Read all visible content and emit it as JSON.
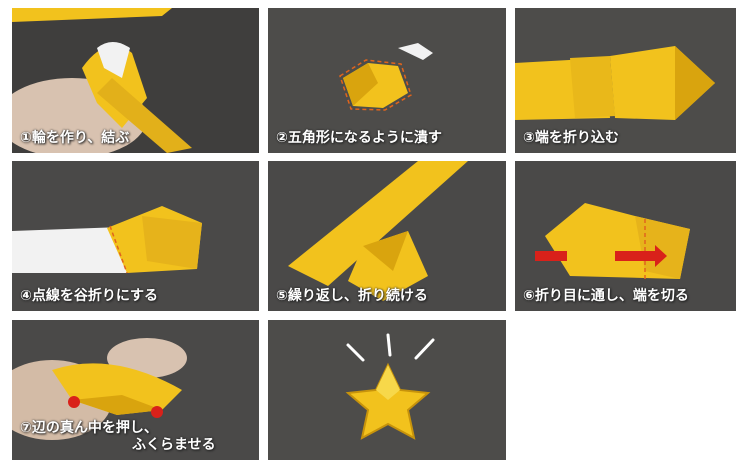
{
  "steps": [
    {
      "caption": "①輪を作り、結ぶ"
    },
    {
      "caption": "②五角形になるように潰す"
    },
    {
      "caption": "③端を折り込む"
    },
    {
      "caption": "④点線を谷折りにする"
    },
    {
      "caption": "⑤繰り返し、折り続ける"
    },
    {
      "caption": "⑥折り目に通し、端を切る"
    },
    {
      "caption": "⑦辺の真ん中を押し、",
      "caption_line2": "ふくらませる"
    },
    {
      "caption": ""
    }
  ],
  "colors": {
    "background": "#4a4948",
    "paper_yellow": "#f2c21d",
    "paper_shadow": "#d9a40e",
    "paper_white": "#f2f2f2",
    "marker_red": "#d9211a",
    "fold_line": "#e0641c"
  }
}
